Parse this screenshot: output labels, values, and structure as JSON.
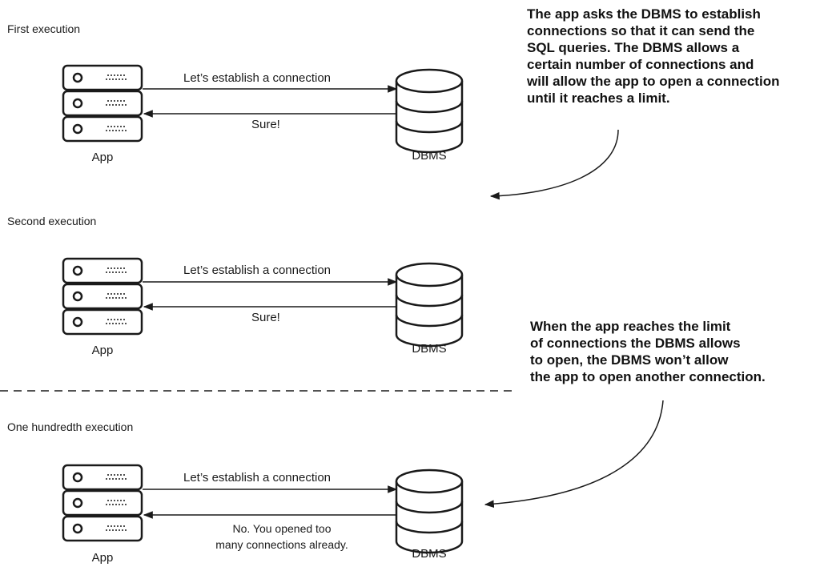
{
  "sections": [
    {
      "title": "First execution",
      "request": "Let’s establish a connection",
      "reply": "Sure!",
      "app_label": "App",
      "dbms_label": "DBMS"
    },
    {
      "title": "Second execution",
      "request": "Let’s establish a connection",
      "reply": "Sure!",
      "app_label": "App",
      "dbms_label": "DBMS"
    },
    {
      "title": "One hundredth execution",
      "request": "Let’s establish a connection",
      "reply_line1": "No. You opened too",
      "reply_line2": "many connections already.",
      "app_label": "App",
      "dbms_label": "DBMS"
    }
  ],
  "annotations": {
    "top": [
      "The app asks the DBMS to establish",
      "connections so that it can send the",
      "SQL queries. The DBMS allows a",
      "certain number of connections and",
      "will allow the app to open a connection",
      "until it reaches a limit."
    ],
    "bottom": [
      "When the app reaches the limit",
      "of connections the DBMS allows",
      "to open, the DBMS won’t allow",
      "the app to open another connection."
    ]
  },
  "icons": {
    "server": "server-rack-icon",
    "database": "database-cylinder-icon"
  },
  "colors": {
    "stroke": "#1a1a1a",
    "background": "#ffffff"
  }
}
